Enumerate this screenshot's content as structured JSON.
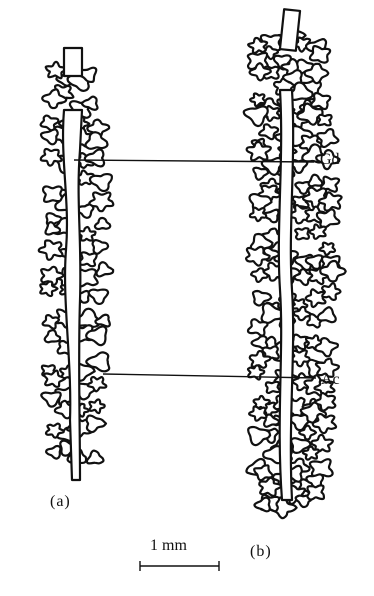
{
  "labels": {
    "gd": "Gd",
    "ac": "Ac",
    "panel_a": "(a)",
    "panel_b": "(b)",
    "scale": "1 mm"
  }
}
